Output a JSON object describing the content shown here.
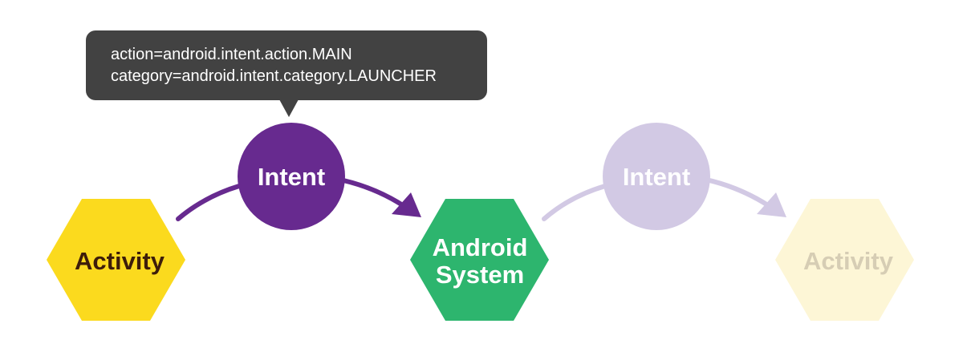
{
  "tooltip": {
    "line1": "action=android.intent.action.MAIN",
    "line2": "category=android.intent.category.LAUNCHER"
  },
  "nodes": {
    "source_activity": {
      "label": "Activity",
      "color": "#fbda1e",
      "text_color": "#3d1d0a"
    },
    "intent_primary": {
      "label": "Intent",
      "color": "#672a8f",
      "text_color": "#ffffff"
    },
    "android_system": {
      "label_line1": "Android",
      "label_line2": "System",
      "color": "#2db56e",
      "text_color": "#ffffff"
    },
    "intent_faded": {
      "label": "Intent",
      "color": "#d2c9e4",
      "text_color": "#ffffff"
    },
    "target_activity": {
      "label": "Activity",
      "color": "#fdf6d6",
      "text_color": "#d6cdb4"
    }
  },
  "arrows": {
    "primary_color": "#672a8f",
    "faded_color": "#d2c9e4"
  }
}
